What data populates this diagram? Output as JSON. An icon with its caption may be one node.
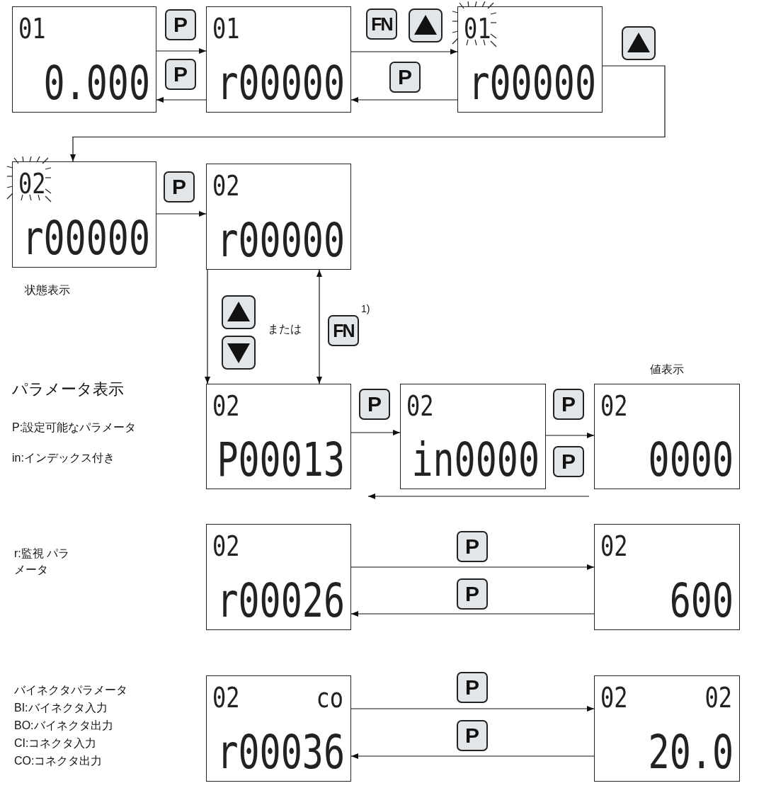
{
  "diagram": {
    "nodes": [
      {
        "text": [
          "01",
          "0.000"
        ]
      },
      {
        "text": [
          "01",
          "r00000"
        ]
      },
      {
        "text": [
          "01",
          "r00000"
        ]
      },
      {
        "text": [
          "02",
          "r00000"
        ],
        "beside": [
          "状態表示"
        ]
      },
      {
        "text": [
          "02",
          "r00000"
        ]
      },
      {
        "text": [
          "02",
          "P00013"
        ]
      },
      {
        "text": [
          "02",
          "in0000"
        ]
      },
      {
        "text": [
          "02",
          "0000"
        ],
        "beside": [
          "値表示"
        ]
      },
      {
        "text": [
          "02",
          "r00026"
        ]
      },
      {
        "text": [
          "02",
          "600"
        ]
      },
      {
        "text": [
          "02",
          "co",
          "r00036"
        ]
      },
      {
        "text": [
          "02",
          "02",
          "20.0"
        ]
      }
    ],
    "edges": [
      {
        "from": 0,
        "to": 1,
        "arrow": "to",
        "label": "P"
      },
      {
        "from": 1,
        "to": 0,
        "arrow": "to",
        "label": "P"
      },
      {
        "from": 1,
        "to": 2,
        "arrow": "to",
        "label": "FN"
      },
      {
        "from": 2,
        "to": 1,
        "arrow": "to",
        "label": "P"
      },
      {
        "from": 2,
        "to": 3,
        "arrow": "to"
      },
      {
        "from": 3,
        "to": 4,
        "arrow": "to",
        "label": "P"
      },
      {
        "from": 4,
        "to": 5,
        "arrow": "to"
      },
      {
        "from": 4,
        "to": 5,
        "arrow": "both",
        "label": "FN"
      },
      {
        "from": 5,
        "to": 6,
        "arrow": "to",
        "label": "P"
      },
      {
        "from": 6,
        "to": 7,
        "arrow": "to",
        "label": "P"
      },
      {
        "from": 7,
        "to": 5,
        "arrow": "to",
        "label": "P"
      },
      {
        "from": 8,
        "to": 9,
        "arrow": "to",
        "label": "P"
      },
      {
        "from": 9,
        "to": 8,
        "arrow": "to",
        "label": "P"
      },
      {
        "from": 10,
        "to": 11,
        "arrow": "to",
        "label": "P"
      },
      {
        "from": 11,
        "to": 10,
        "arrow": "to",
        "label": "P"
      }
    ],
    "labels": [
      "または",
      "1)",
      "パラメータ表示",
      "P:設定可能なパラメータ",
      "in:インデックス付き",
      "r:監視 パラメータ",
      "バイネクタパラメータ",
      "BI:バイネクタ入力",
      "BO:バイネクタ出力",
      "CI:コネクタ入力",
      "CO:コネクタ出力"
    ]
  }
}
